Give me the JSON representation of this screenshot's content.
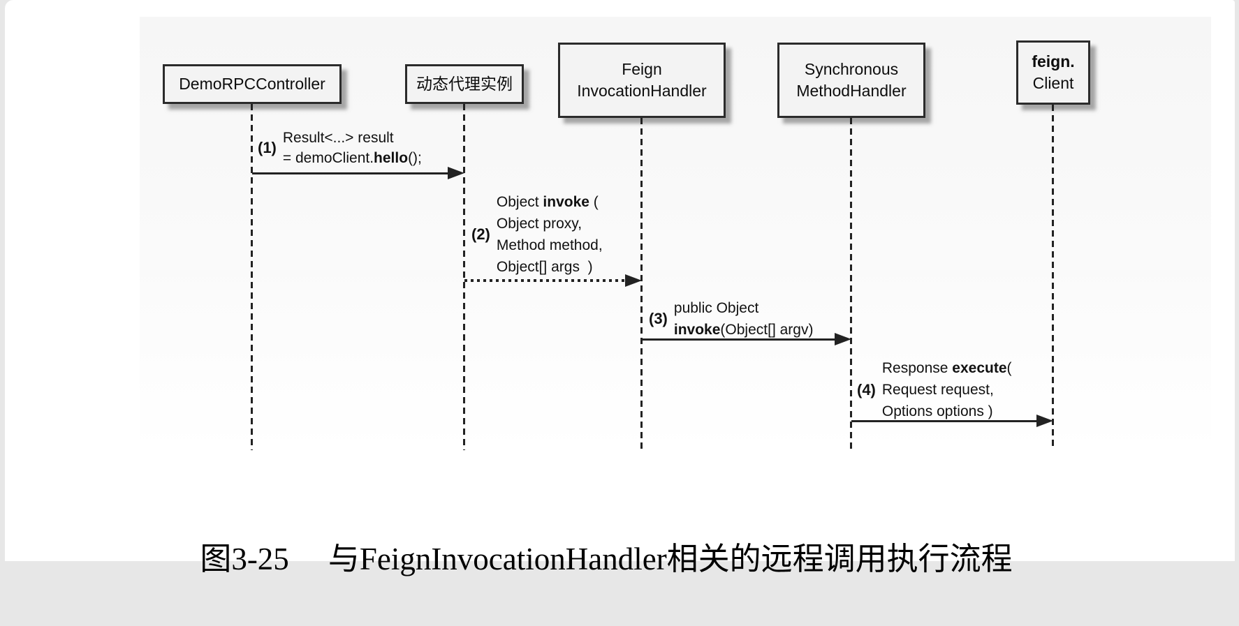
{
  "diagram": {
    "participants": {
      "p1": {
        "label": "DemoRPCController"
      },
      "p2": {
        "label": "动态代理实例"
      },
      "p3": {
        "line1": "Feign",
        "line2": "InvocationHandler"
      },
      "p4": {
        "line1": "Synchronous",
        "line2": "MethodHandler"
      },
      "p5": {
        "line1": "feign.",
        "line2": "Client"
      }
    },
    "messages": {
      "m1": {
        "num": "(1)",
        "arrow_style": "solid",
        "line1": "Result<...> result",
        "line2_pre": "= demoClient.",
        "line2_bold": "hello",
        "line2_post": "();"
      },
      "m2": {
        "num": "(2)",
        "arrow_style": "dotted",
        "line1_pre": "Object ",
        "line1_bold": "invoke",
        "line1_post": " (",
        "line2": "Object proxy,",
        "line3": "Method method,",
        "line4": "Object[] args  )"
      },
      "m3": {
        "num": "(3)",
        "arrow_style": "solid",
        "line1": "public Object",
        "line2_bold": "invoke",
        "line2_post": "(Object[] argv)"
      },
      "m4": {
        "num": "(4)",
        "arrow_style": "solid",
        "line1_pre": "Response ",
        "line1_bold": "execute",
        "line1_post": "(",
        "line2": "Request request,",
        "line3": "Options options )"
      }
    },
    "colors": {
      "box_fill": "#f3f3f3",
      "box_border": "#2b2b2b",
      "line_color": "#222222",
      "page_background": "#ffffff",
      "edge_strip": "#e7e7e7"
    }
  },
  "caption": {
    "figure_label": "图3-25",
    "title": "与FeignInvocationHandler相关的远程调用执行流程"
  }
}
